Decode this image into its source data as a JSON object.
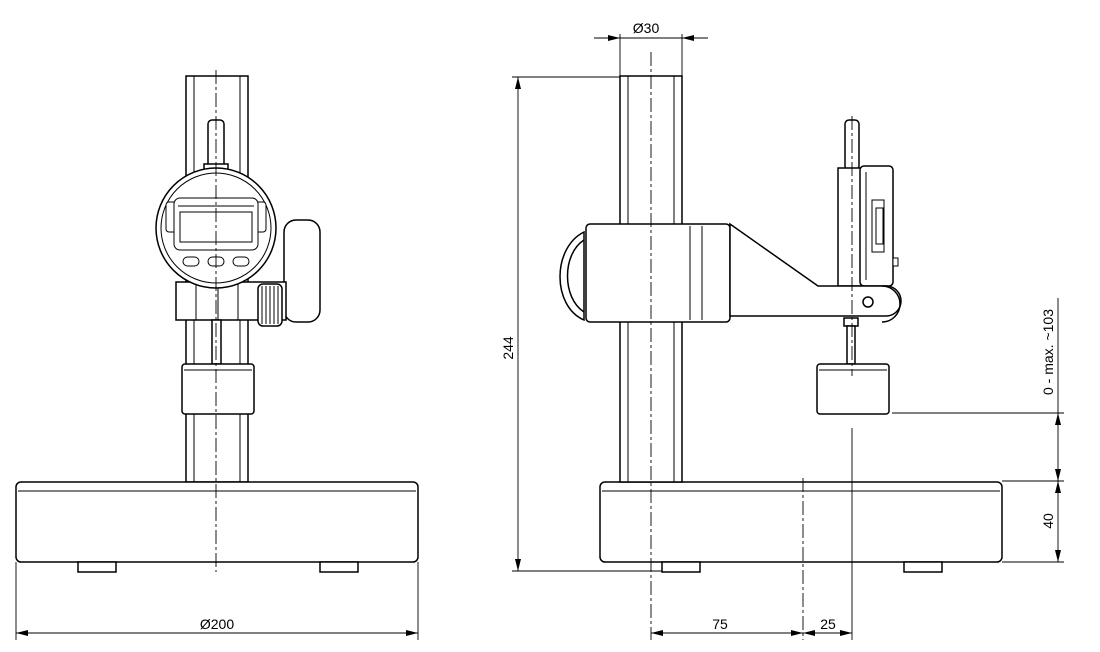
{
  "dimensions": {
    "base_diameter": "Ø200",
    "column_diameter": "Ø30",
    "total_height": "244",
    "measuring_range": "0 - max. ~103",
    "base_height": "40",
    "column_to_probe": "75",
    "probe_overhang": "25"
  }
}
